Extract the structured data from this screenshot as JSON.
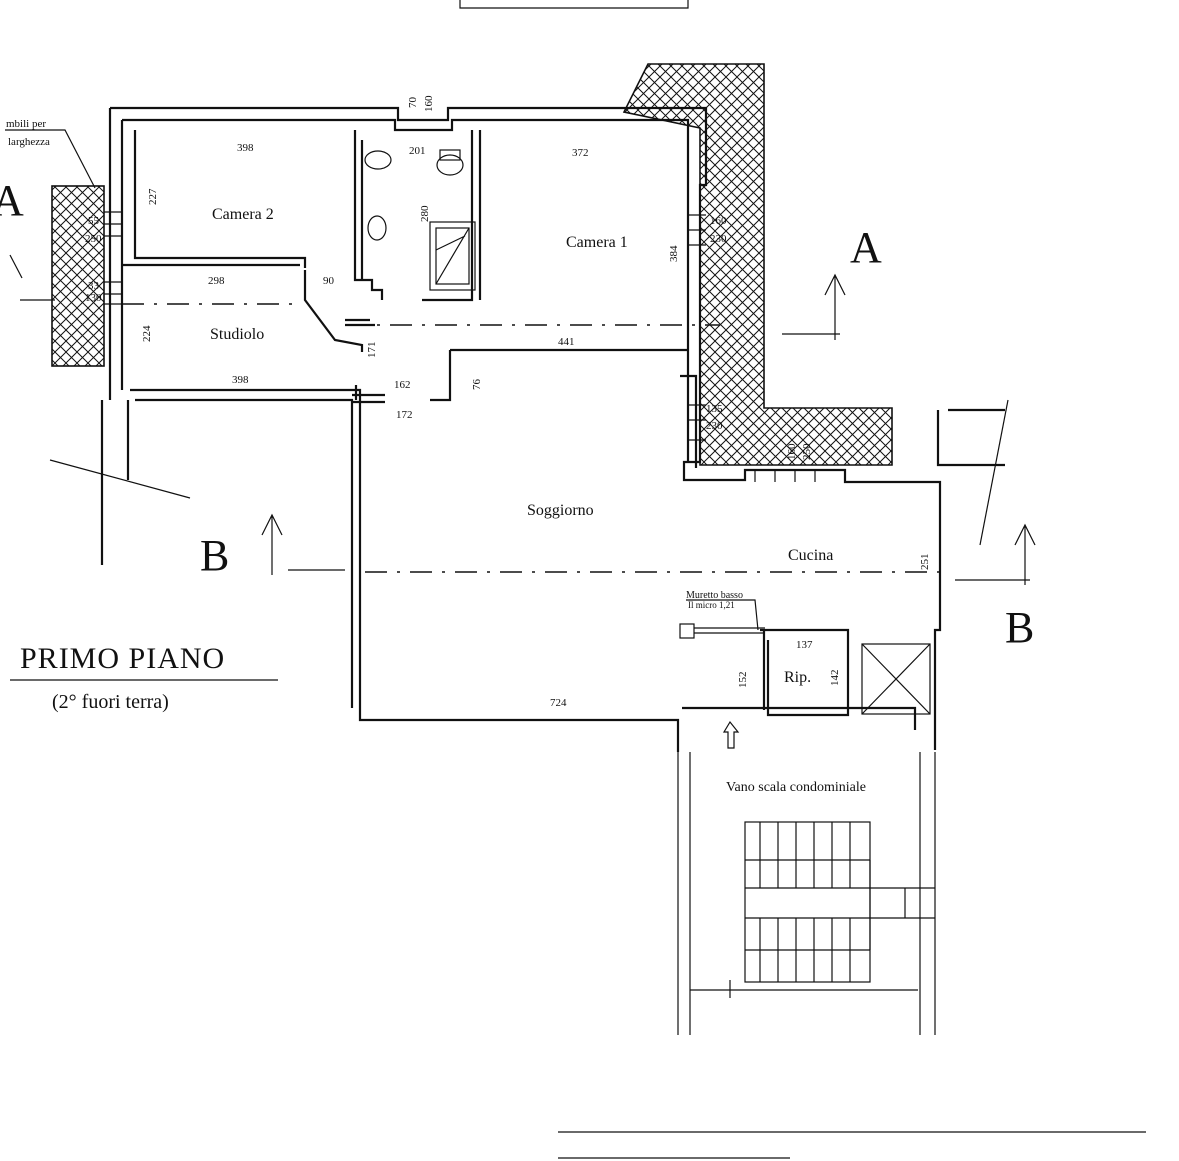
{
  "plan": {
    "title": "PRIMO PIANO",
    "subtitle": "(2° fuori terra)",
    "note_top_left": [
      "mbili per",
      "larghezza"
    ],
    "rooms": {
      "camera_2": "Camera 2",
      "camera_1": "Camera 1",
      "studiolo": "Studiolo",
      "soggiorno": "Soggiorno",
      "cucina": "Cucina",
      "ripostiglio": "Rip.",
      "vano_scala": "Vano scala condominiale"
    },
    "section_markers": {
      "a_left": "A",
      "a_right": "A",
      "b_left": "B",
      "b_right": "B"
    },
    "muretto_note": [
      "Muretto basso",
      "Il micro 1,21"
    ],
    "dimensions": {
      "camera2_top": "398",
      "camera2_side": "227",
      "camera2_win1": "55",
      "camera2_win2": "250",
      "studiolo_top": "298",
      "studiolo_side": "224",
      "studiolo_win1": "33",
      "studiolo_win2": "130",
      "studiolo_bottom": "398",
      "door_90": "90",
      "bath_top": "201",
      "bath_height": "280",
      "bath_w70": "70",
      "bath_w160": "160",
      "camera1_top": "372",
      "camera1_side": "384",
      "camera1_win1": "160",
      "camera1_win2": "230",
      "hall_171": "171",
      "hall_441": "441",
      "hall_162": "162",
      "hall_172": "172",
      "hall_76": "76",
      "sogg_win1": "135",
      "sogg_win2": "230",
      "balc_160": "160",
      "balc_250": "250",
      "cucina_251": "251",
      "rip_137": "137",
      "rip_152": "152",
      "rip_142": "142",
      "sogg_724": "724"
    }
  }
}
